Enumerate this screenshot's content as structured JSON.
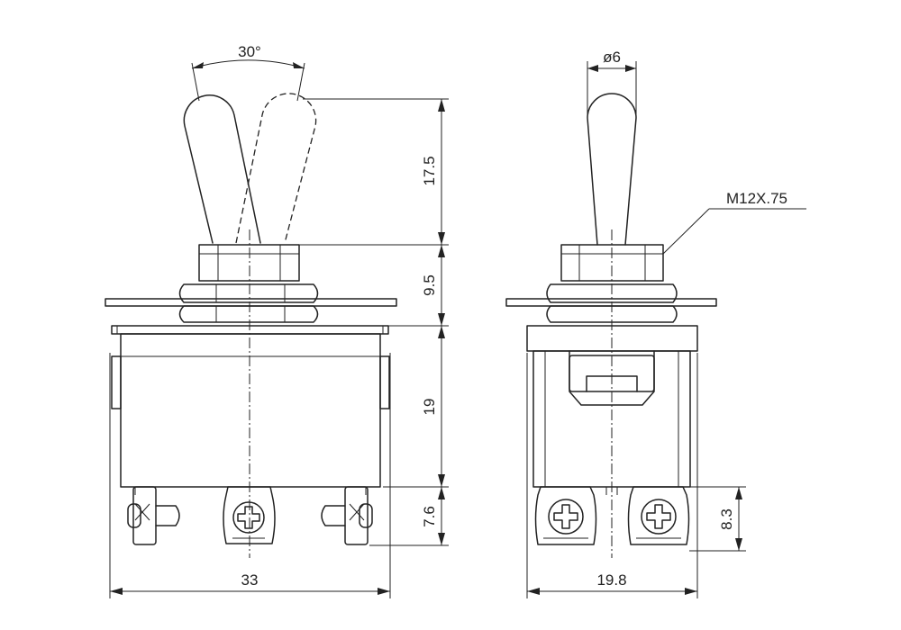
{
  "dimensions": {
    "angle": "30°",
    "lever_length": "17.5",
    "bushing_height": "9.5",
    "body_height": "19",
    "terminal_height_front": "7.6",
    "width_front": "33",
    "lever_diameter": "ø6",
    "thread": "M12X.75",
    "width_side": "19.8",
    "terminal_height_side": "8.3"
  }
}
